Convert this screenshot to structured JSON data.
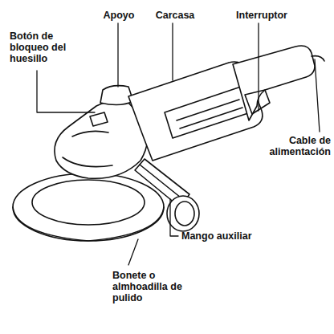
{
  "diagram": {
    "labels": [
      "Botón de bloqueo del huesillo",
      "Apoyo",
      "Carcasa",
      "Interruptor",
      "Cable de alimentación",
      "Mango auxiliar",
      "Bonete o almhoadilla de pulido"
    ]
  }
}
